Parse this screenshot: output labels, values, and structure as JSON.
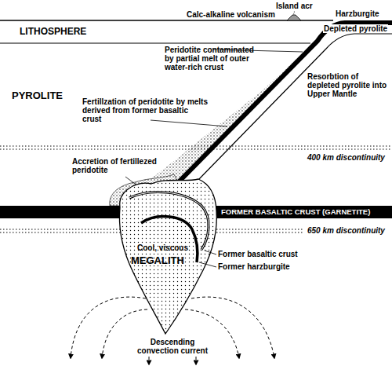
{
  "diagram": {
    "nodes": [
      {
        "text": [
          "FORMER BASALTIC CRUST (GARNETITE)"
        ]
      },
      {
        "text": [
          "Cool, viscous",
          "MEGALITH"
        ]
      }
    ],
    "labels": [
      "Island acr",
      "Calc-alkaline volcanism",
      "LITHOSPHERE",
      "Harzburgite",
      "Depleted pyrolite",
      "Peridotite contaminated by partial melt of outer water-rich crust",
      "PYROLITE",
      "Resorbtion of depleted pyrolite into Upper Mantle",
      "Fertillzation of peridotite by melts derived from former basaltic crust",
      "400 km discontinuity",
      "Accretion of fertillezed peridotite",
      "650 km discontinuity",
      "Former basaltic crust",
      "Former harzburgite",
      "Descending convection current"
    ]
  }
}
